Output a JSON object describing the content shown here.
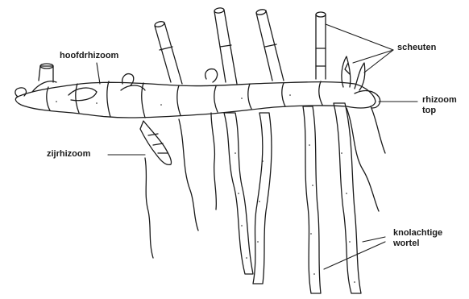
{
  "labels": {
    "hoofdrhizoom": "hoofdrhizoom",
    "zijrhizoom": "zijrhizoom",
    "scheuten": "scheuten",
    "rhizoom_top_line1": "rhizoom",
    "rhizoom_top_line2": "top",
    "knolachtige_line1": "knolachtige",
    "knolachtige_line2": "wortel"
  },
  "colors": {
    "ink": "#1a1a1a",
    "background": "#ffffff"
  }
}
